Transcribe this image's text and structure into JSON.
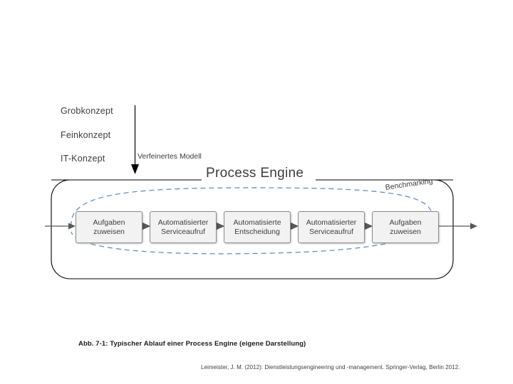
{
  "diagram": {
    "title": "Process Engine",
    "left_labels": [
      {
        "name": "grobkonzept",
        "text": "Grobkonzept"
      },
      {
        "name": "feinkonzept",
        "text": "Feinkonzept"
      },
      {
        "name": "it-konzept",
        "text": "IT-Konzept"
      }
    ],
    "arrow_label": "Verfeinertes Modell",
    "benchmarking_label": "Benchmarking",
    "process_steps": [
      {
        "line1": "Aufgaben",
        "line2": "zuweisen"
      },
      {
        "line1": "Automatisierter",
        "line2": "Serviceaufruf"
      },
      {
        "line1": "Automatisierte",
        "line2": "Entscheidung"
      },
      {
        "line1": "Automatisierter",
        "line2": "Serviceaufruf"
      },
      {
        "line1": "Aufgaben",
        "line2": "zuweisen"
      }
    ],
    "colors": {
      "box_fill": "#f2f2f2",
      "box_border": "#8a8a8a",
      "dashed_loop": "#5b84bd",
      "container_border": "#000000",
      "text": "#3d3d3d"
    }
  },
  "caption": "Abb. 7-1: Typischer Ablauf einer Process Engine (eigene Darstellung)",
  "source": "Leimeister, J. M. (2012): Dienstleistungsengineering und -management. Springer-Verlag, Berlin 2012."
}
